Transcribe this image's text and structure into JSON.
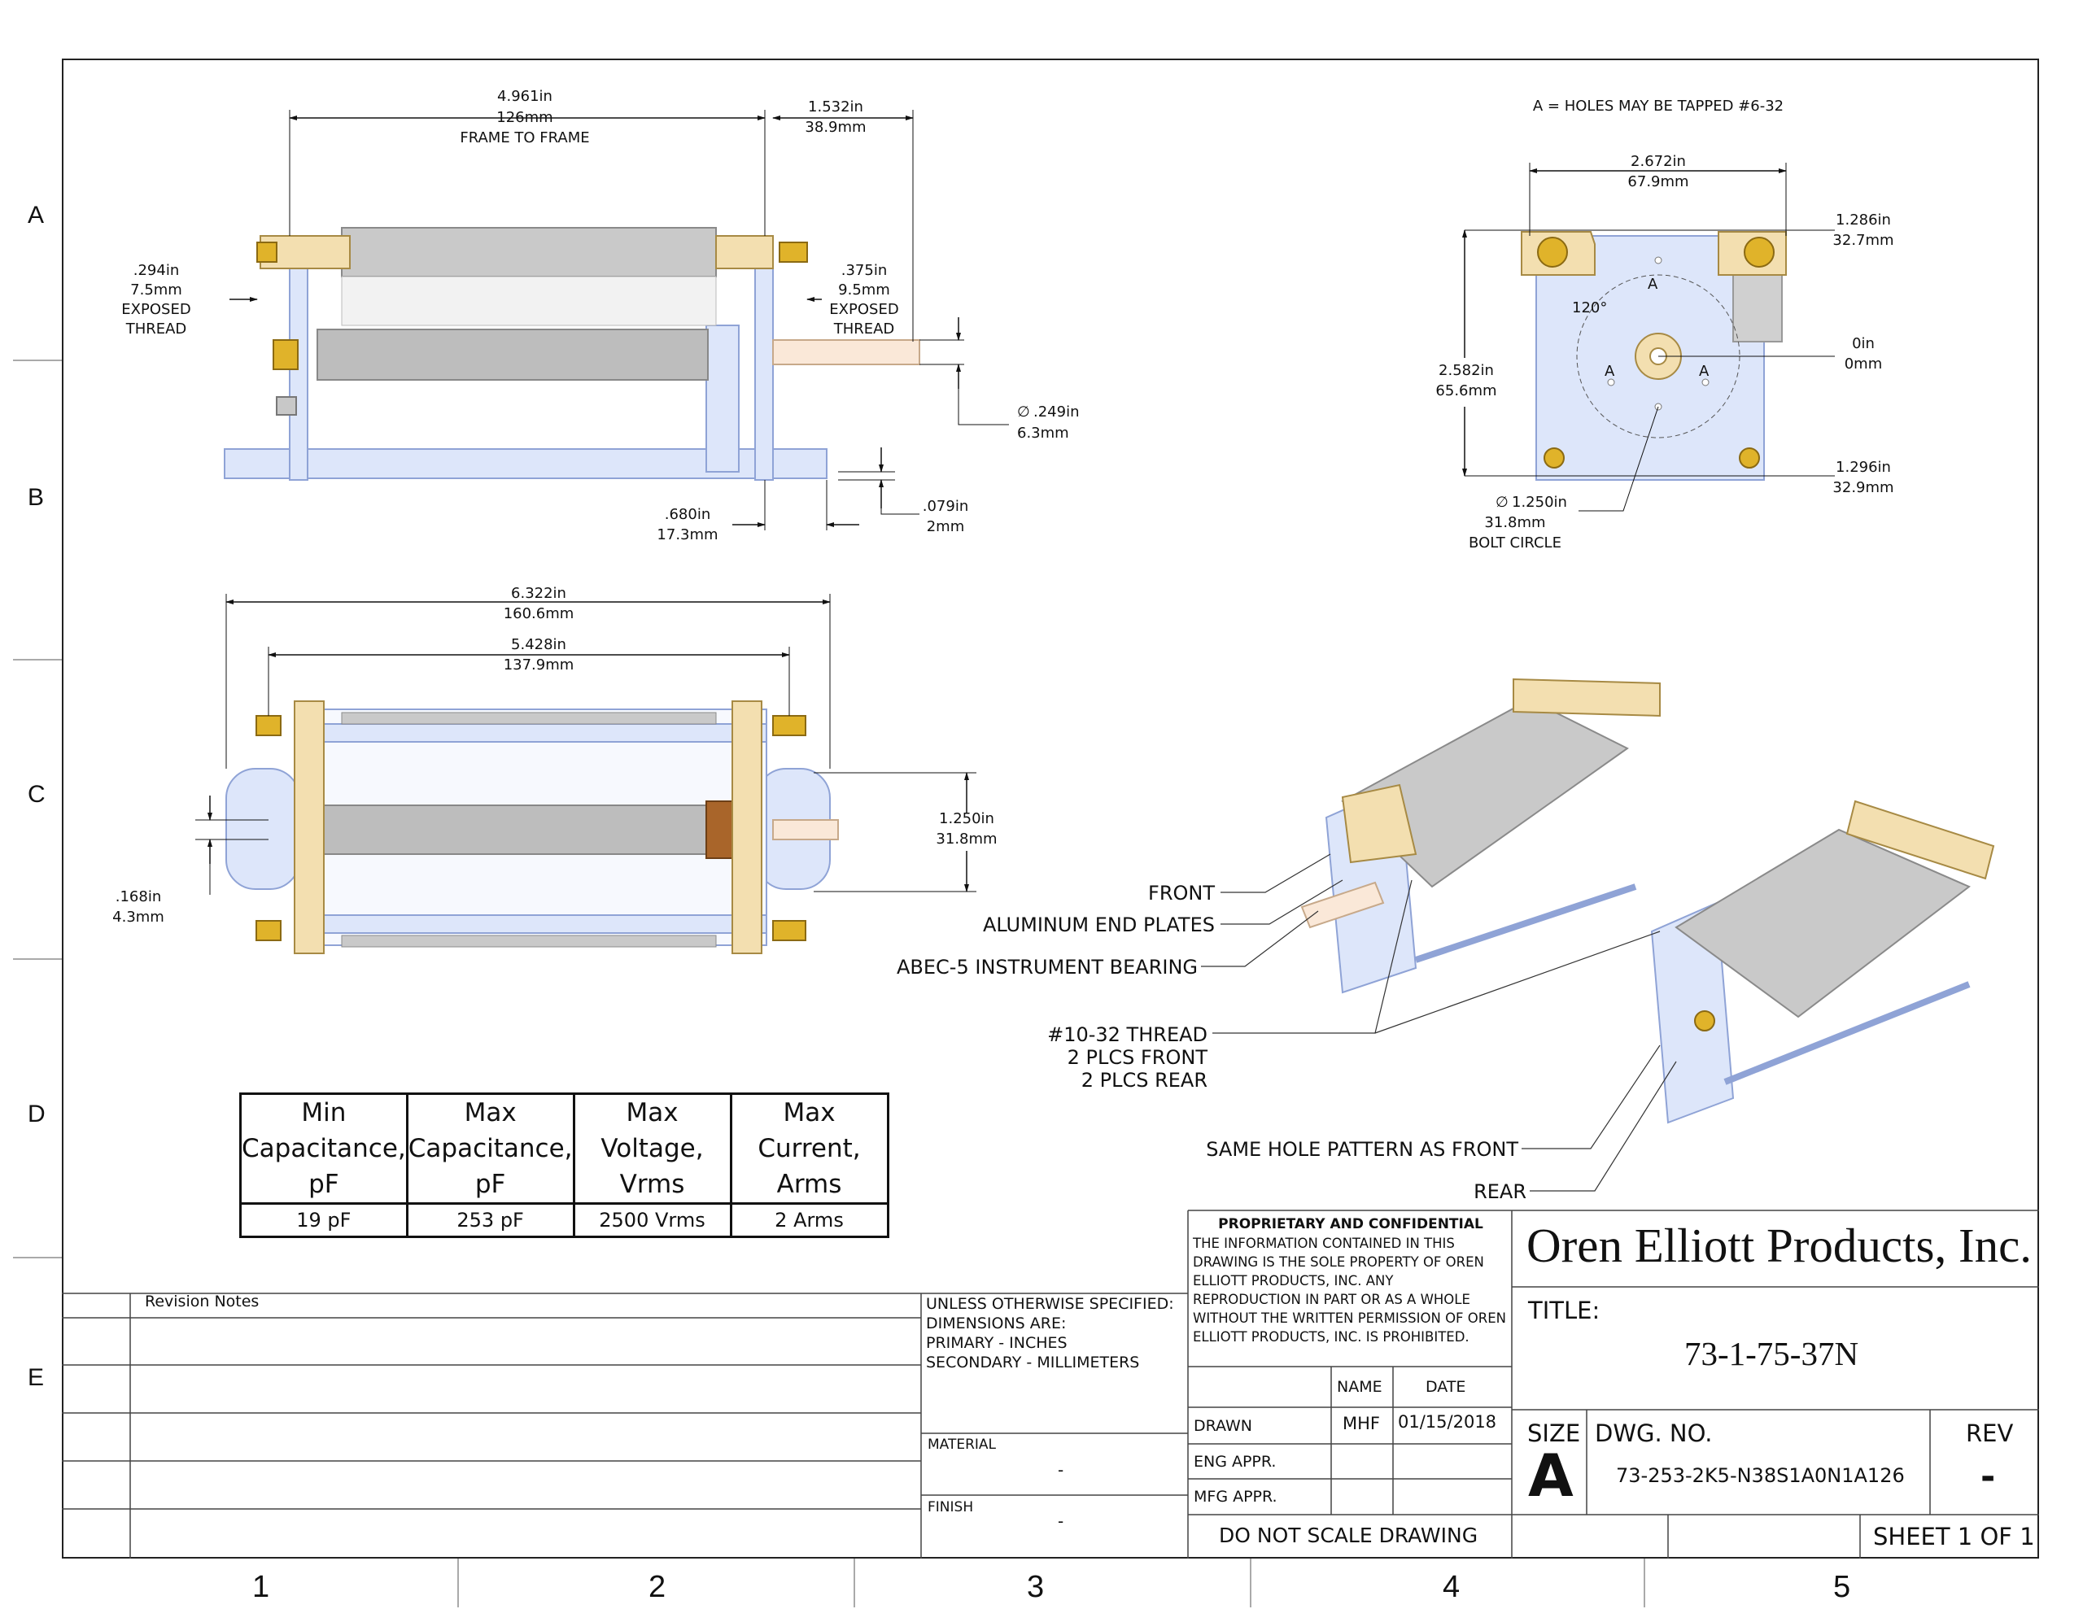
{
  "zones": {
    "rows": [
      "A",
      "B",
      "C",
      "D",
      "E"
    ],
    "cols": [
      "1",
      "2",
      "3",
      "4",
      "5"
    ]
  },
  "notes": {
    "holes": "A = HOLES MAY BE TAPPED #6-32"
  },
  "dims": {
    "side": {
      "frame": [
        "4.961in",
        "126mm",
        "FRAME TO FRAME"
      ],
      "shaft_len": [
        "1.532in",
        "38.9mm"
      ],
      "thread_left": [
        ".294in",
        "7.5mm",
        "EXPOSED",
        "THREAD"
      ],
      "thread_right": [
        ".375in",
        "9.5mm",
        "EXPOSED",
        "THREAD"
      ],
      "shaft_dia_sym": "∅",
      "shaft_dia": [
        ".249in",
        "6.3mm"
      ],
      "foot": [
        ".680in",
        "17.3mm"
      ],
      "plate": [
        ".079in",
        "2mm"
      ]
    },
    "top": {
      "overall": [
        "6.322in",
        "160.6mm"
      ],
      "inner": [
        "5.428in",
        "137.9mm"
      ],
      "height": [
        "1.250in",
        "31.8mm"
      ],
      "offset": [
        ".168in",
        "4.3mm"
      ]
    },
    "end": {
      "width": [
        "2.672in",
        "67.9mm"
      ],
      "top_r": [
        "1.286in",
        "32.7mm"
      ],
      "zero": [
        "0in",
        "0mm"
      ],
      "height": [
        "2.582in",
        "65.6mm"
      ],
      "bot_r": [
        "1.296in",
        "32.9mm"
      ],
      "bolt_sym": "∅",
      "bolt": [
        "1.250in",
        "31.8mm",
        "BOLT CIRCLE"
      ],
      "angle": "120°",
      "hole": "A"
    }
  },
  "callouts": {
    "front": "FRONT",
    "plates": "ALUMINUM END PLATES",
    "bearing": "ABEC-5 INSTRUMENT BEARING",
    "thread": [
      "#10-32 THREAD",
      "2 PLCS FRONT",
      "2 PLCS REAR"
    ],
    "same": "SAME HOLE PATTERN AS FRONT",
    "rear": "REAR"
  },
  "spec_table": {
    "headers": [
      [
        "Min",
        "Capacitance,",
        "pF"
      ],
      [
        "Max",
        "Capacitance,",
        "pF"
      ],
      [
        "Max",
        "Voltage,",
        "Vrms"
      ],
      [
        "Max",
        "Current,",
        "Arms"
      ]
    ],
    "values": [
      "19 pF",
      "253 pF",
      "2500 Vrms",
      "2 Arms"
    ]
  },
  "title_block": {
    "revision_notes": "Revision Notes",
    "unless": [
      "UNLESS OTHERWISE SPECIFIED:",
      "DIMENSIONS ARE:",
      "PRIMARY - INCHES",
      "SECONDARY - MILLIMETERS"
    ],
    "material_label": "MATERIAL",
    "material_value": "-",
    "finish_label": "FINISH",
    "finish_value": "-",
    "proprietary_title": "PROPRIETARY AND CONFIDENTIAL",
    "proprietary_lines": [
      "THE INFORMATION CONTAINED IN THIS",
      "DRAWING IS THE SOLE PROPERTY OF OREN",
      "ELLIOTT PRODUCTS, INC.  ANY",
      "REPRODUCTION IN PART OR AS A WHOLE",
      "WITHOUT THE WRITTEN PERMISSION OF OREN",
      "ELLIOTT PRODUCTS, INC.  IS PROHIBITED."
    ],
    "name_col": "NAME",
    "date_col": "DATE",
    "drawn": "DRAWN",
    "drawn_name": "MHF",
    "drawn_date": "01/15/2018",
    "eng": "ENG APPR.",
    "mfg": "MFG APPR.",
    "no_scale": "DO NOT SCALE DRAWING",
    "company": "Oren Elliott Products, Inc.",
    "title_label": "TITLE:",
    "title": "73-1-75-37N",
    "size_label": "SIZE",
    "size": "A",
    "dwg_label": "DWG.  NO.",
    "dwg_no": "73-253-2K5-N38S1A0N1A126",
    "rev_label": "REV",
    "rev": "-",
    "sheet": "SHEET 1 OF 1"
  },
  "colors": {
    "plate": "#dde6fa",
    "brass": "#e0b32a",
    "ceramic": "#f3dfb0",
    "fins": "#bdbdbd",
    "copper": "#a9652a",
    "shaft": "#fae8d8"
  }
}
